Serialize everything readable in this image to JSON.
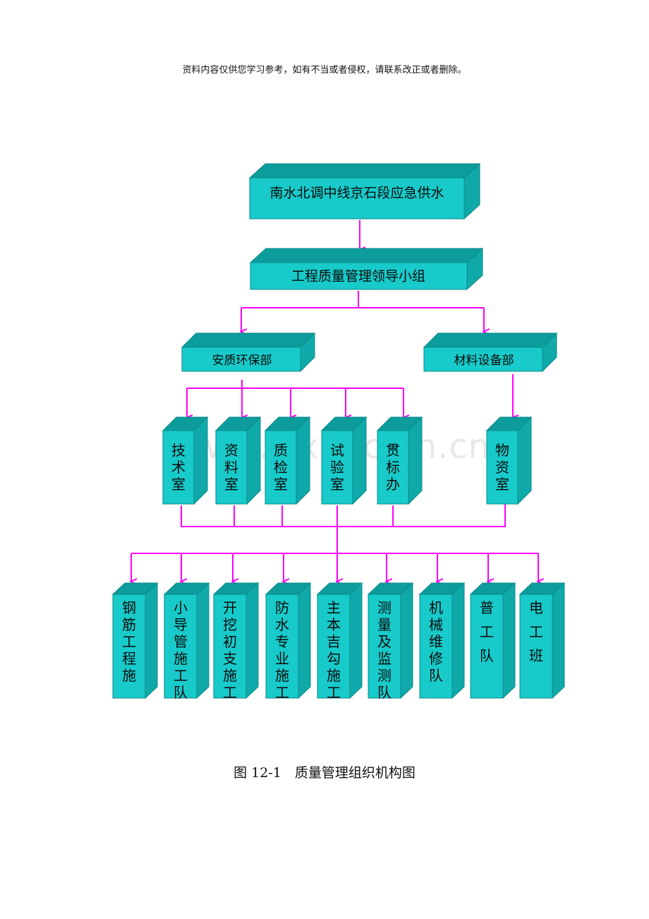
{
  "header": {
    "note": "资料内容仅供您学习参考，如有不当或者侵权，请联系改正或者删除。"
  },
  "watermark": "www.zixin.com.cn",
  "org": {
    "root": "南水北调中线京石段应急供水",
    "leader": "工程质量管理领导小组",
    "depts": [
      "安质环保部",
      "材料设备部"
    ],
    "offices": [
      "技术室",
      "资料室",
      "质检室",
      "试验室",
      "贯标办",
      "物资室"
    ],
    "teams": [
      "钢筋工程施",
      "小导管施工队",
      "开挖初支施工",
      "防水专业施工",
      "主本吉勾施工",
      "测量及监测队",
      "机械维修队",
      "普工队",
      "电工班"
    ]
  },
  "caption": "图 12-1　质量管理组织机构图",
  "colors": {
    "box_front": "#18caca",
    "box_top": "#0c9c9c",
    "box_side": "#10a9a9",
    "connector": "#ff00ff"
  }
}
